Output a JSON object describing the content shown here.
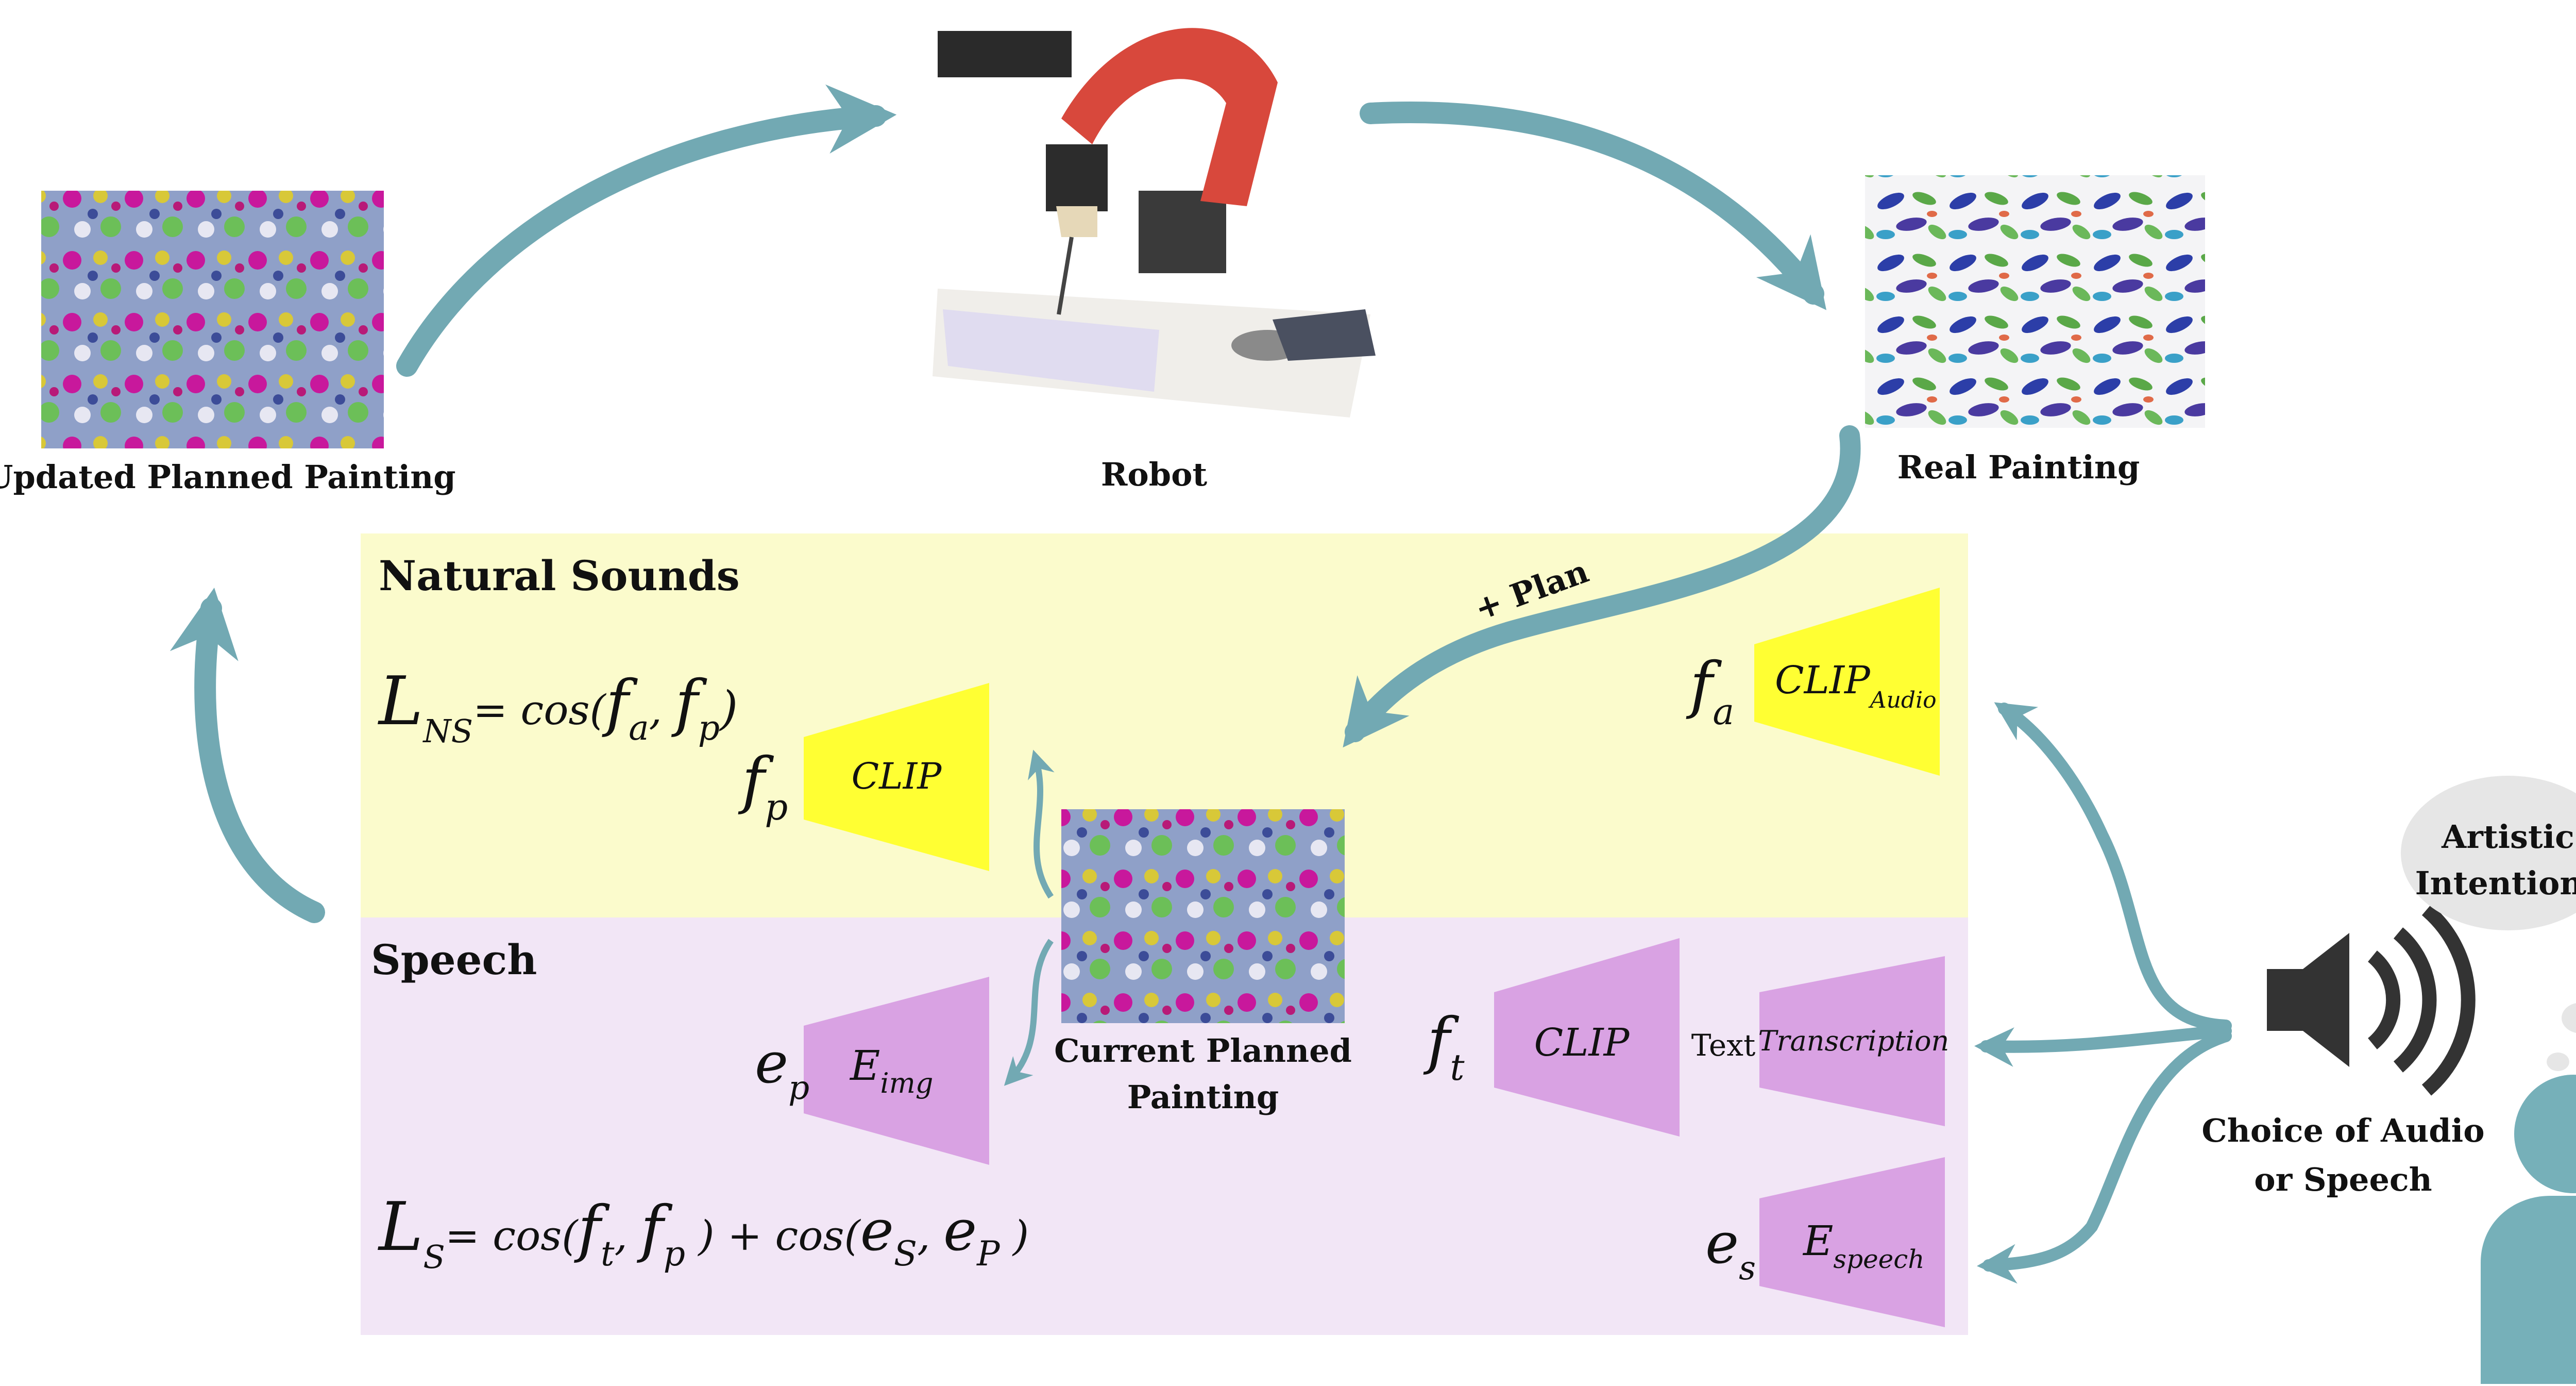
{
  "captions": {
    "updated_planned_painting": "Updated Planned Painting",
    "robot": "Robot",
    "real_painting": "Real Painting",
    "current_planned_painting_line1": "Current Planned",
    "current_planned_painting_line2": "Painting",
    "choice_line1": "Choice of Audio",
    "choice_line2": "or Speech"
  },
  "arrow_labels": {
    "plan": "+ Plan"
  },
  "thought": {
    "line1": "Artistic",
    "line2": "Intentions"
  },
  "sections": {
    "natural_sounds": "Natural Sounds",
    "speech": "Speech"
  },
  "encoders": {
    "clip_image": "CLIP",
    "clip_audio_main": "CLIP",
    "clip_audio_sub": "Audio",
    "clip_text": "CLIP",
    "transcription": "Transcription",
    "e_img_main": "E",
    "e_img_sub": "img",
    "e_speech_main": "E",
    "e_speech_sub": "speech"
  },
  "features": {
    "f_p_main": "f",
    "f_p_sub": "p",
    "f_a_main": "f",
    "f_a_sub": "a",
    "f_t_main": "f",
    "f_t_sub": "t",
    "e_p_main": "e",
    "e_p_sub": "p",
    "e_s_main": "e",
    "e_s_sub": "s",
    "text_label": "Text"
  },
  "equations": {
    "ns": {
      "L": "L",
      "L_sub": "NS",
      "rhs1": "= cos(",
      "f1": "f",
      "f1_sub": "a",
      "comma": ", ",
      "f2": "f",
      "f2_sub": "p",
      "close": ")"
    },
    "s": {
      "L": "L",
      "L_sub": "S",
      "rhs1": "= cos(",
      "f1": "f",
      "f1_sub": "t",
      "comma1": ", ",
      "f2": "f",
      "f2_sub": "p",
      "mid": " ) + cos(",
      "e1": "e",
      "e1_sub": "S",
      "comma2": ", ",
      "e2": "e",
      "e2_sub": "P",
      "close": " )"
    }
  },
  "colors": {
    "arrow": "#72a9b3",
    "natural_sounds_bg": "#fbfbcc",
    "speech_bg": "#f2e6f6",
    "clip_yellow": "#ffff33",
    "purple_encoder": "#d9a2e3",
    "person": "#76b0b9",
    "bubble": "#e6e6e6",
    "speaker": "#333333"
  }
}
